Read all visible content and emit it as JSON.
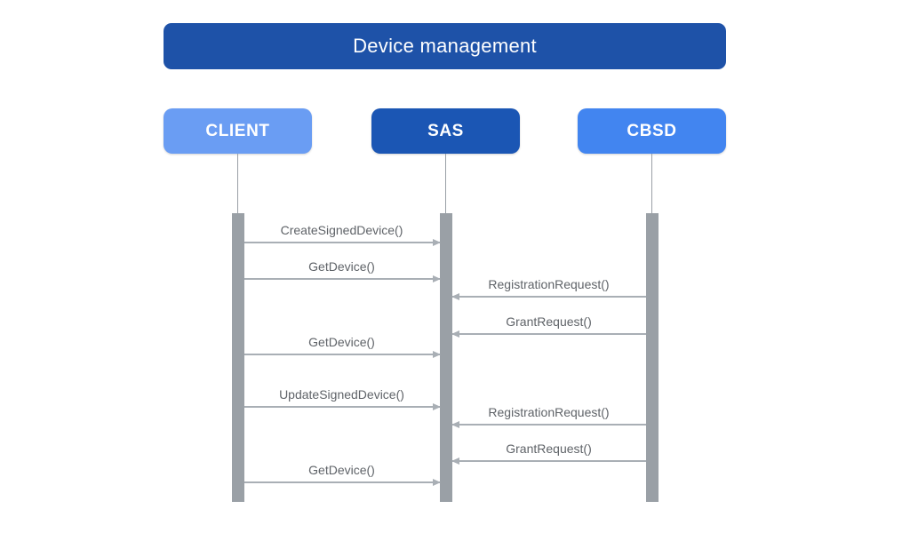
{
  "title": "Device management",
  "actors": [
    {
      "id": "client",
      "label": "CLIENT",
      "color": "#6A9DF3"
    },
    {
      "id": "sas",
      "label": "SAS",
      "color": "#1B56B4"
    },
    {
      "id": "cbsd",
      "label": "CBSD",
      "color": "#4285F0"
    }
  ],
  "messages": [
    {
      "label": "CreateSignedDevice()",
      "from": "client",
      "to": "sas"
    },
    {
      "label": "GetDevice()",
      "from": "client",
      "to": "sas"
    },
    {
      "label": "RegistrationRequest()",
      "from": "cbsd",
      "to": "sas"
    },
    {
      "label": "GrantRequest()",
      "from": "cbsd",
      "to": "sas"
    },
    {
      "label": "GetDevice()",
      "from": "client",
      "to": "sas"
    },
    {
      "label": "UpdateSignedDevice()",
      "from": "client",
      "to": "sas"
    },
    {
      "label": "RegistrationRequest()",
      "from": "cbsd",
      "to": "sas"
    },
    {
      "label": "GrantRequest()",
      "from": "cbsd",
      "to": "sas"
    },
    {
      "label": "GetDevice()",
      "from": "client",
      "to": "sas"
    }
  ],
  "colors": {
    "title_bg": "#1E52A8",
    "client_bg": "#6A9DF3",
    "sas_bg": "#1B56B4",
    "cbsd_bg": "#4285F0",
    "lifeline_gray": "#9AA0A6",
    "arrow_gray": "#A9AFB5",
    "message_text": "#5F6368"
  }
}
